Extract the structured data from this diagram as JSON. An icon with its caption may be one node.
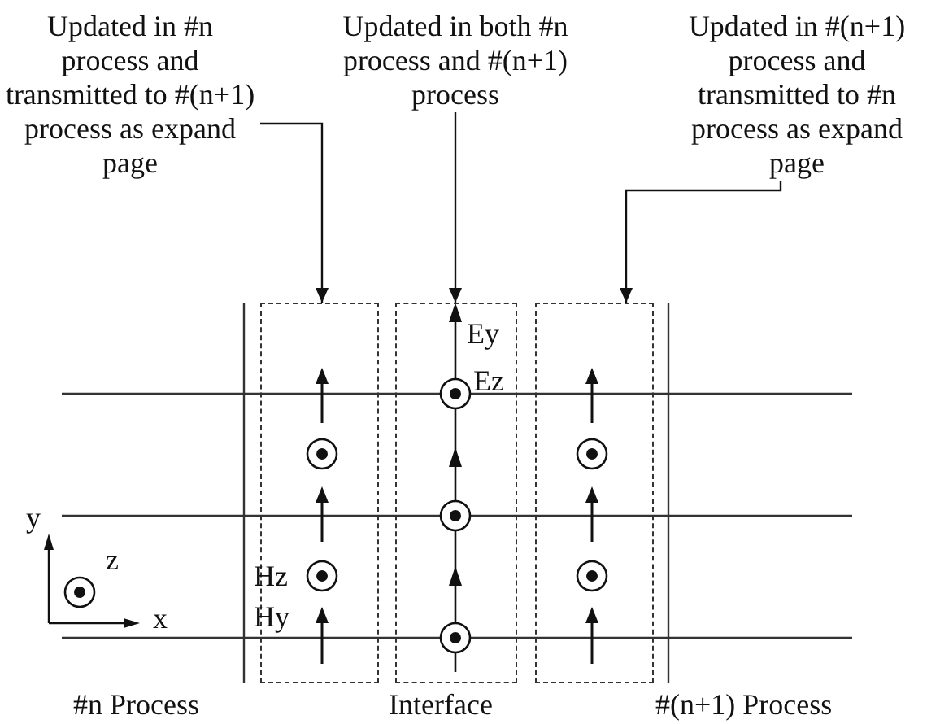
{
  "diagram": {
    "nodes": [
      {
        "text": [
          "Updated in #n process and transmitted to #(n+1) process as expand page"
        ]
      },
      {
        "text": [
          "Updated in both #n process and #(n+1) process"
        ]
      },
      {
        "text": [
          "Updated in #(n+1) process and transmitted to #n process as expand page"
        ]
      },
      {
        "text": [],
        "shape": "box"
      },
      {
        "text": [],
        "shape": "box"
      },
      {
        "text": [],
        "shape": "box"
      }
    ],
    "edges": [
      {
        "from": 0,
        "to": 3,
        "arrow": "to"
      },
      {
        "from": 1,
        "to": 4,
        "arrow": "to"
      },
      {
        "from": 2,
        "to": 5,
        "arrow": "to"
      }
    ],
    "labels": [
      "Ey",
      "Ez",
      "y",
      "z",
      "Hz",
      "x",
      "Hy",
      "#n Process",
      "Interface",
      "#(n+1) Process"
    ]
  }
}
